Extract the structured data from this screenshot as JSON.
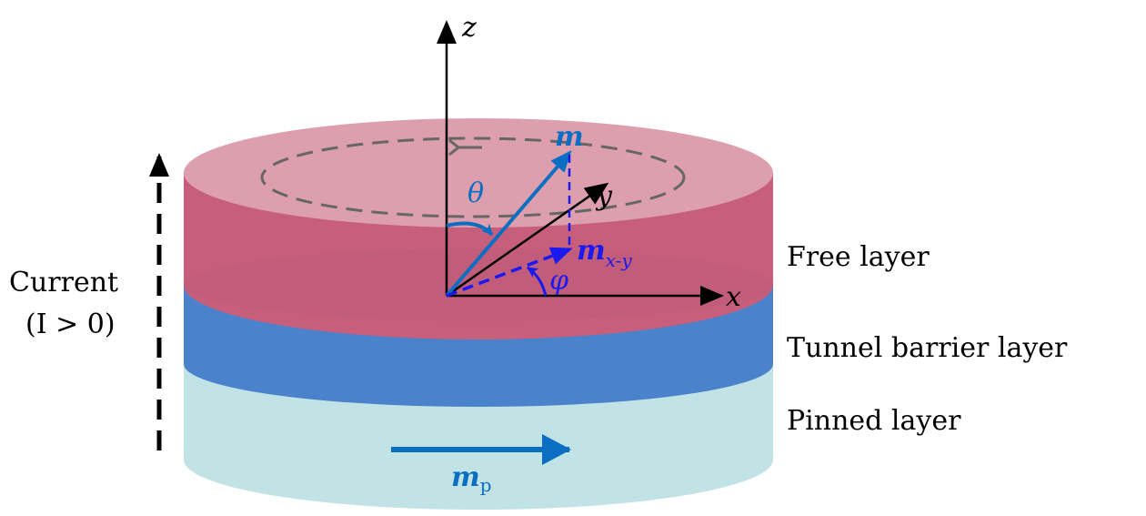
{
  "labels": {
    "z_axis": "z",
    "x_axis": "x",
    "y_axis": "y",
    "m": "m",
    "m_xy": "m",
    "m_xy_sub": "x-y",
    "theta": "θ",
    "phi": "φ",
    "m_p": "m",
    "m_p_sub": "p",
    "current_line1": "Current",
    "current_line2": "(I > 0)",
    "free_layer": "Free layer",
    "tunnel_layer": "Tunnel barrier layer",
    "pinned_layer": "Pinned layer"
  },
  "colors": {
    "free_top": "#dd9fae",
    "free_side": "#c75f7c",
    "tunnel": "#4a82cc",
    "pinned": "#c1e3e6",
    "m_vector": "#0a6fc2",
    "m_xy_vector": "#1a1af0",
    "dashed_orbit": "#666666"
  }
}
